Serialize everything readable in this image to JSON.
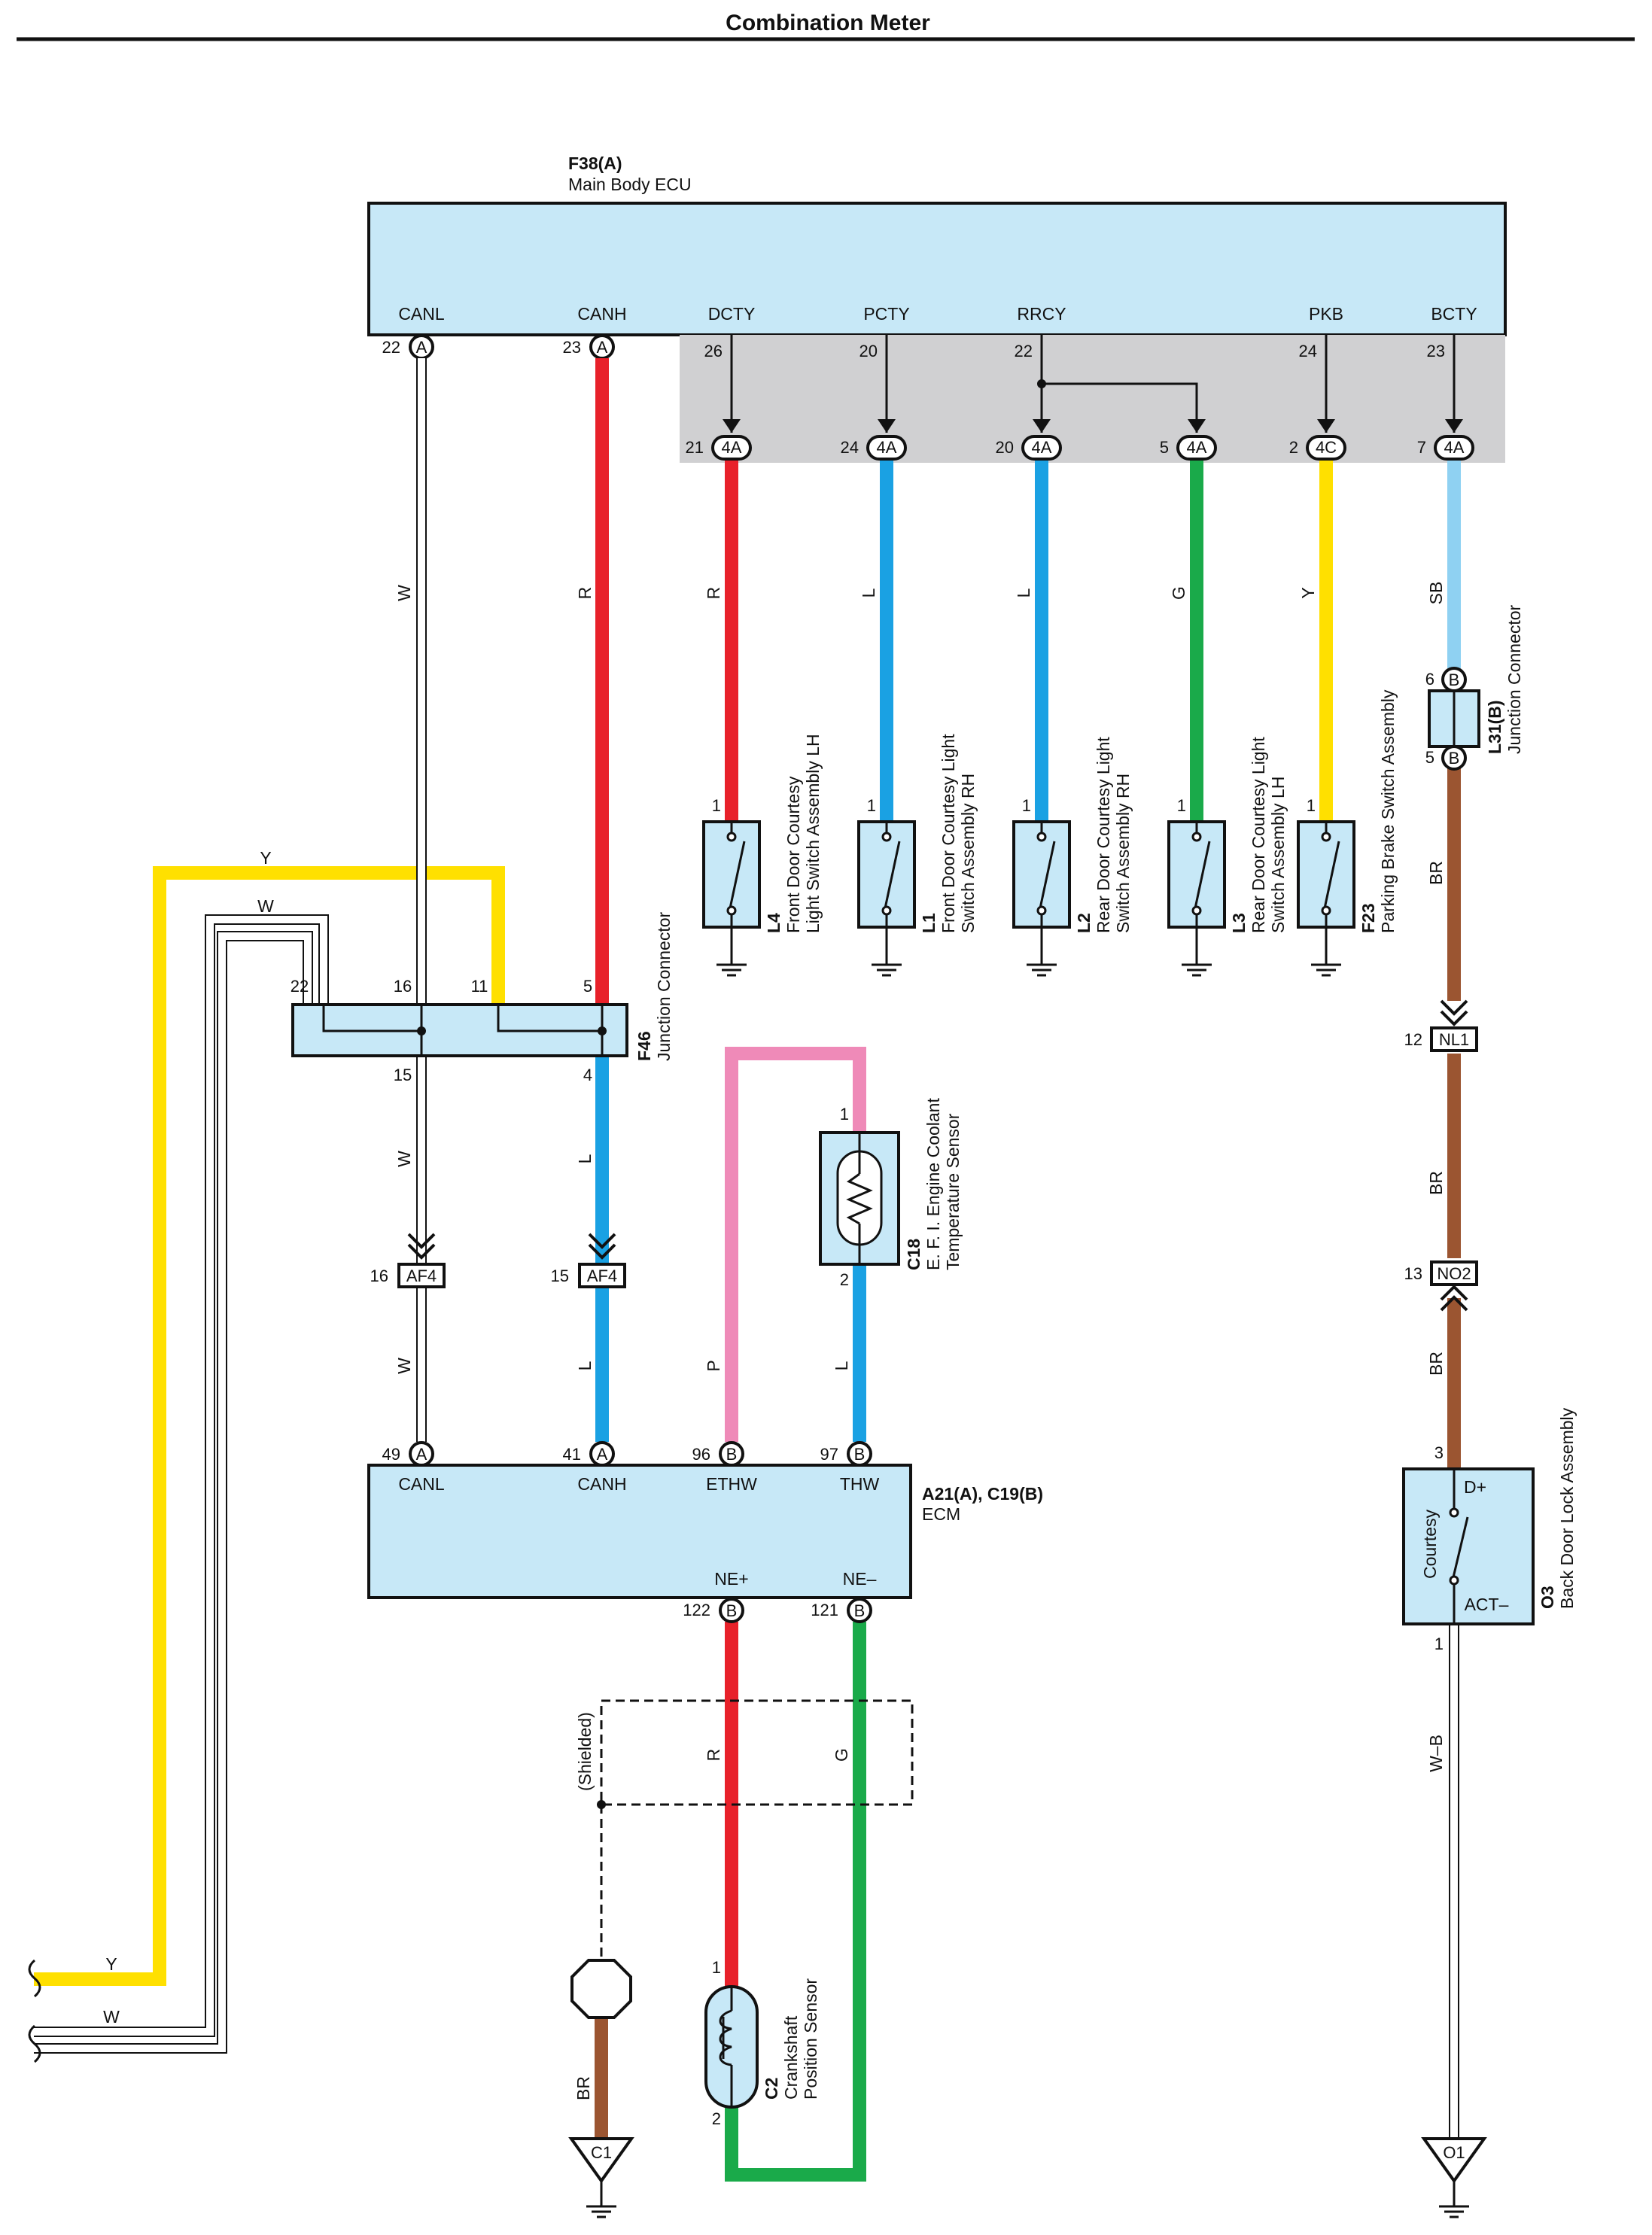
{
  "title": "Combination Meter",
  "colors": {
    "R": "#e8212a",
    "L": "#1aa1e3",
    "G": "#1aaa4a",
    "Y": "#ffe000",
    "SB": "#8fd1f2",
    "BR": "#9b5531",
    "P": "#ef8ab8",
    "W": "#ffffff",
    "component_fill": "#c7e8f7",
    "harness_fill": "#d0d0d2",
    "line": "#111111"
  },
  "components": {
    "f38": {
      "code": "F38(A)",
      "name": "Main Body ECU",
      "terminals": [
        "CANL",
        "CANH",
        "DCTY",
        "PCTY",
        "RRCY",
        "PKB",
        "BCTY"
      ],
      "pins": [
        "22",
        "23",
        "26",
        "20",
        "22",
        "24",
        "23"
      ],
      "connector_code": "A"
    },
    "f46": {
      "code": "F46",
      "name": "Junction Connector",
      "pins_top": [
        "22",
        "16",
        "11",
        "5"
      ],
      "pins_bottom": [
        "15",
        "4"
      ]
    },
    "harness": {
      "pins": [
        "21",
        "24",
        "20",
        "5",
        "2",
        "7"
      ],
      "codes": [
        "4A",
        "4A",
        "4A",
        "4A",
        "4C",
        "4A"
      ]
    },
    "l4": {
      "code": "L4",
      "name": "Front Door Courtesy Light Switch Assembly LH",
      "name_lines": [
        "Front Door Courtesy",
        "Light Switch Assembly LH"
      ],
      "pin": "1"
    },
    "l1": {
      "code": "L1",
      "name": "Front Door Courtesy Light Switch Assembly RH",
      "name_lines": [
        "Front Door Courtesy Light",
        "Switch Assembly RH"
      ],
      "pin": "1"
    },
    "l2": {
      "code": "L2",
      "name": "Rear Door Courtesy Light Switch Assembly RH",
      "name_lines": [
        "Rear Door Courtesy Light",
        "Switch Assembly RH"
      ],
      "pin": "1"
    },
    "l3": {
      "code": "L3",
      "name": "Rear Door Courtesy Light Switch Assembly LH",
      "name_lines": [
        "Rear Door Courtesy Light",
        "Switch Assembly LH"
      ],
      "pin": "1"
    },
    "f23": {
      "code": "F23",
      "name": "Parking Brake Switch Assembly",
      "pin": "1"
    },
    "l31": {
      "code": "L31(B)",
      "name": "Junction Connector",
      "pins": [
        "6",
        "5"
      ],
      "connector_code": "B"
    },
    "c18": {
      "code": "C18",
      "name": "E. F. I. Engine Coolant Temperature Sensor",
      "name_lines": [
        "E. F. I. Engine Coolant",
        "Temperature Sensor"
      ],
      "pins": [
        "1",
        "2"
      ]
    },
    "ecm": {
      "code": "A21(A), C19(B)",
      "name": "ECM",
      "terminals_top": [
        "CANL",
        "CANH",
        "ETHW",
        "THW"
      ],
      "pins_top": [
        "49",
        "41",
        "96",
        "97"
      ],
      "codes_top": [
        "A",
        "A",
        "B",
        "B"
      ],
      "terminals_bottom": [
        "NE+",
        "NE–"
      ],
      "pins_bottom": [
        "122",
        "121"
      ],
      "codes_bottom": [
        "B",
        "B"
      ]
    },
    "c2": {
      "code": "C2",
      "name": "Crankshaft Position Sensor",
      "name_lines": [
        "Crankshaft",
        "Position Sensor"
      ],
      "pins": [
        "1",
        "2"
      ]
    },
    "o3": {
      "code": "O3",
      "name": "Back Door Lock Assembly",
      "terminals": [
        "D+",
        "ACT–"
      ],
      "switch_label": "Courtesy",
      "pins": [
        "3",
        "1"
      ]
    }
  },
  "inline_connectors": {
    "af4_canl": {
      "code": "AF4",
      "pin": "16"
    },
    "af4_canh": {
      "code": "AF4",
      "pin": "15"
    },
    "nl1": {
      "code": "NL1",
      "pin": "12"
    },
    "no2": {
      "code": "NO2",
      "pin": "13"
    }
  },
  "grounds": {
    "c1": "C1",
    "o1": "O1"
  },
  "shield_label": "(Shielded)",
  "wire_colors": {
    "canl": "W",
    "canh": "R",
    "dcty": "R",
    "pcty": "L",
    "rrcy_l2": "L",
    "rrcy_l3": "G",
    "pkb": "Y",
    "bcty": "SB",
    "f46_y": "Y",
    "f46_w": "W",
    "canl_lower": "W",
    "canh_lower": "L",
    "canl_ecm": "W",
    "canh_ecm": "L",
    "ethw": "P",
    "thw": "L",
    "br1": "BR",
    "br2": "BR",
    "br3": "BR",
    "ne_plus": "R",
    "ne_minus": "G",
    "shield_br": "BR",
    "wb": "W–B",
    "left_y": "Y",
    "left_w": "W"
  }
}
